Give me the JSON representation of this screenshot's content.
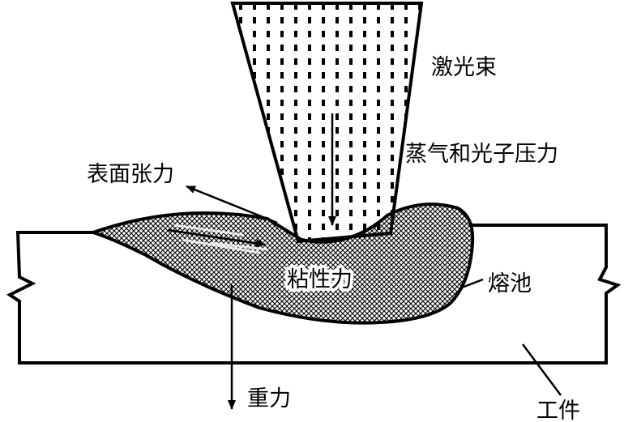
{
  "labels": {
    "laser_beam": "激光束",
    "vapor_photon_pressure": "蒸气和光子压力",
    "surface_tension": "表面张力",
    "viscous_force": "粘性力",
    "molten_pool": "熔池",
    "gravity": "重力",
    "workpiece": "工件"
  },
  "colors": {
    "ink": "#000000",
    "background": "#ffffff",
    "pool_fill": "#9a9a9a"
  }
}
